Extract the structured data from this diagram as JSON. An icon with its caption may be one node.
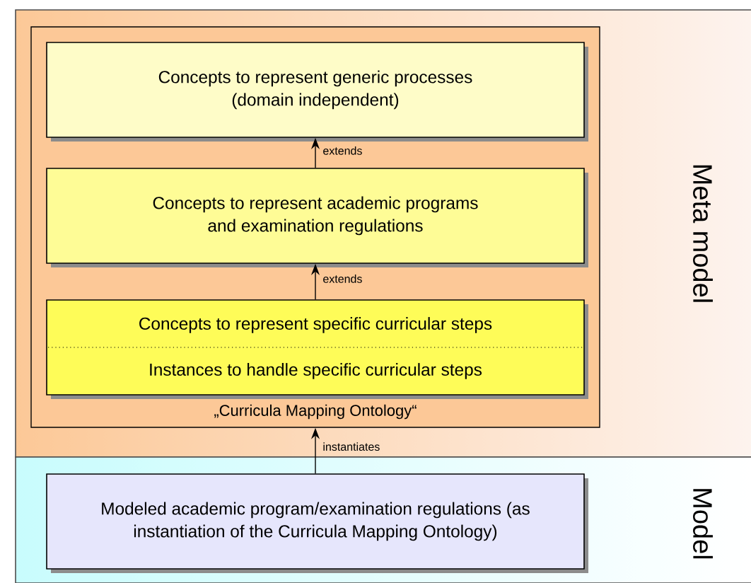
{
  "diagram": {
    "nodes": [
      {
        "text": [
          "Meta model"
        ]
      },
      {
        "text": [
          "„Curricula Mapping Ontology“"
        ],
        "in": 0
      },
      {
        "text": [
          "Concepts to represent generic processes (domain independent)"
        ],
        "in": 1
      },
      {
        "text": [
          "Concepts to represent academic programs and examination regulations"
        ],
        "in": 1
      },
      {
        "text": [
          "Concepts to represent specific curricular steps",
          "Instances to handle specific curricular steps"
        ],
        "in": 1
      },
      {
        "text": [
          "Model"
        ]
      },
      {
        "text": [
          "Modeled academic program/examination regulations (as instantiation of the Curricula Mapping Ontology)"
        ],
        "in": 5
      }
    ],
    "edges": [
      {
        "from": 3,
        "to": 2,
        "arrow": "to",
        "label": "extends"
      },
      {
        "from": 4,
        "to": 3,
        "arrow": "to",
        "label": "extends"
      },
      {
        "from": 6,
        "to": 1,
        "arrow": "to",
        "label": "instantiates"
      }
    ]
  }
}
